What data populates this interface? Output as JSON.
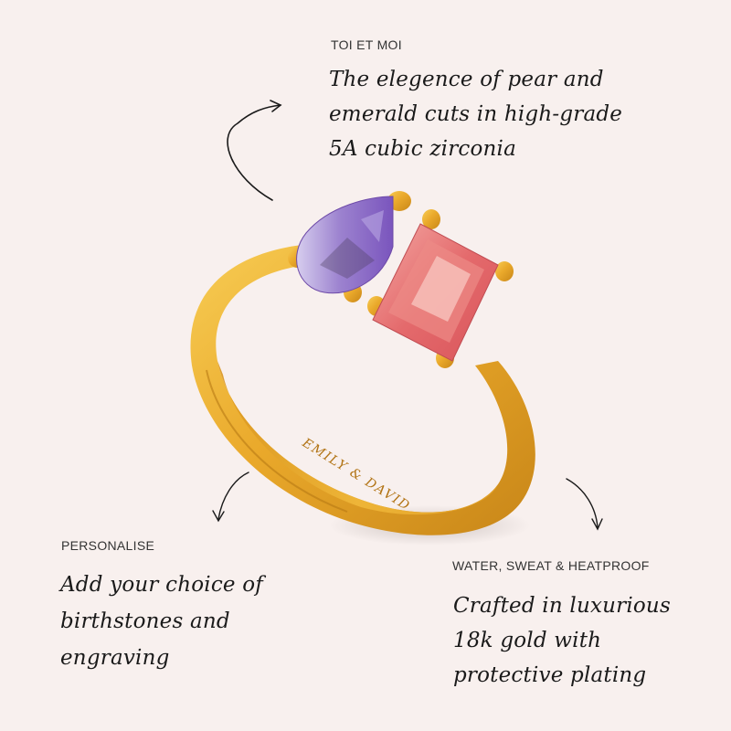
{
  "colors": {
    "background": "#f8f0ee",
    "gold": "#e8a82a",
    "gold_dark": "#c98a1c",
    "gold_light": "#f6c84e",
    "amethyst": "#8a67c4",
    "amethyst_light": "#c9bde6",
    "pink_stone": "#e46a6c",
    "pink_light": "#f7b7b2",
    "text": "#1a1a1a",
    "label": "#333333"
  },
  "sections": {
    "top": {
      "label": "TOI ET MOI",
      "lines": [
        "The elegence of pear and",
        "emerald cuts in high-grade",
        "5A cubic zirconia"
      ]
    },
    "left": {
      "label": "PERSONALISE",
      "lines": [
        "Add your choice of",
        "birthstones and",
        "engraving"
      ]
    },
    "right": {
      "label": "WATER, SWEAT & HEATPROOF",
      "lines": [
        "Crafted in luxurious",
        "18k gold with",
        "protective plating"
      ]
    }
  },
  "ring": {
    "engraving": "EMILY & DAVID",
    "stones": [
      "pear-cut amethyst",
      "emerald-cut pink"
    ]
  },
  "icons": [
    "arrow-curved-top-icon",
    "arrow-curved-left-icon",
    "arrow-curved-right-icon"
  ]
}
